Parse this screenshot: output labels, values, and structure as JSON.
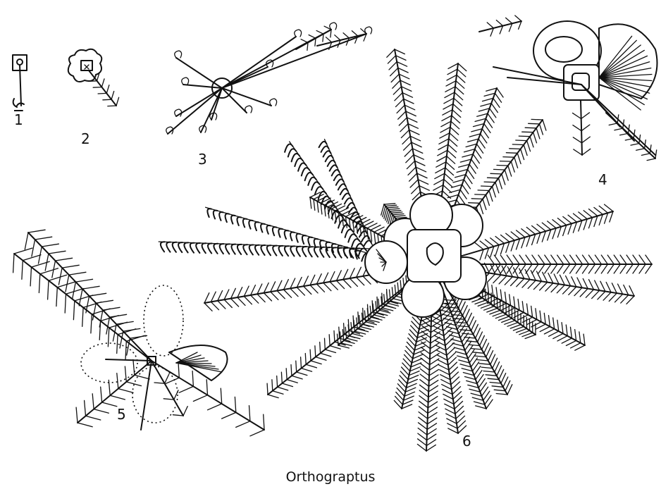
{
  "figure": {
    "title": "Orthograptus",
    "labels": [
      "1",
      "2",
      "3",
      "4",
      "5",
      "6"
    ]
  },
  "colors": {
    "ink": "#111111",
    "paper": "#ffffff"
  }
}
